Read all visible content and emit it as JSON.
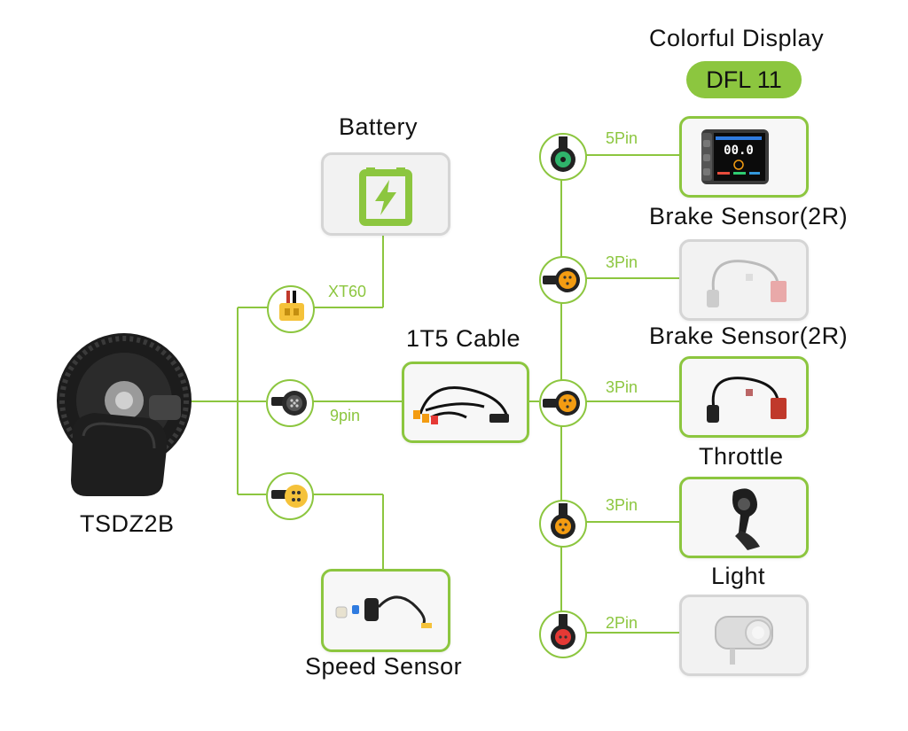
{
  "display": {
    "title": "Colorful Display",
    "model": "DFL 11",
    "speed_readout": "00.0"
  },
  "battery": {
    "title": "Battery",
    "connector": "XT60"
  },
  "motor": {
    "label": "TSDZ2B"
  },
  "cable": {
    "title": "1T5 Cable",
    "connector": "9pin"
  },
  "speed_sensor": {
    "title": "Speed Sensor"
  },
  "peripherals": [
    {
      "title": "",
      "pin": "5Pin"
    },
    {
      "title": "Brake Sensor(2R)",
      "pin": "3Pin"
    },
    {
      "title": "Brake Sensor(2R)",
      "pin": "3Pin"
    },
    {
      "title": "Throttle",
      "pin": "3Pin"
    },
    {
      "title": "Light",
      "pin": "2Pin"
    }
  ],
  "colors": {
    "accent": "#8cc63f",
    "grey_border": "#d5d5d5",
    "connector_green": "#2fb36b",
    "connector_orange": "#f39c12",
    "connector_red": "#e53935"
  }
}
